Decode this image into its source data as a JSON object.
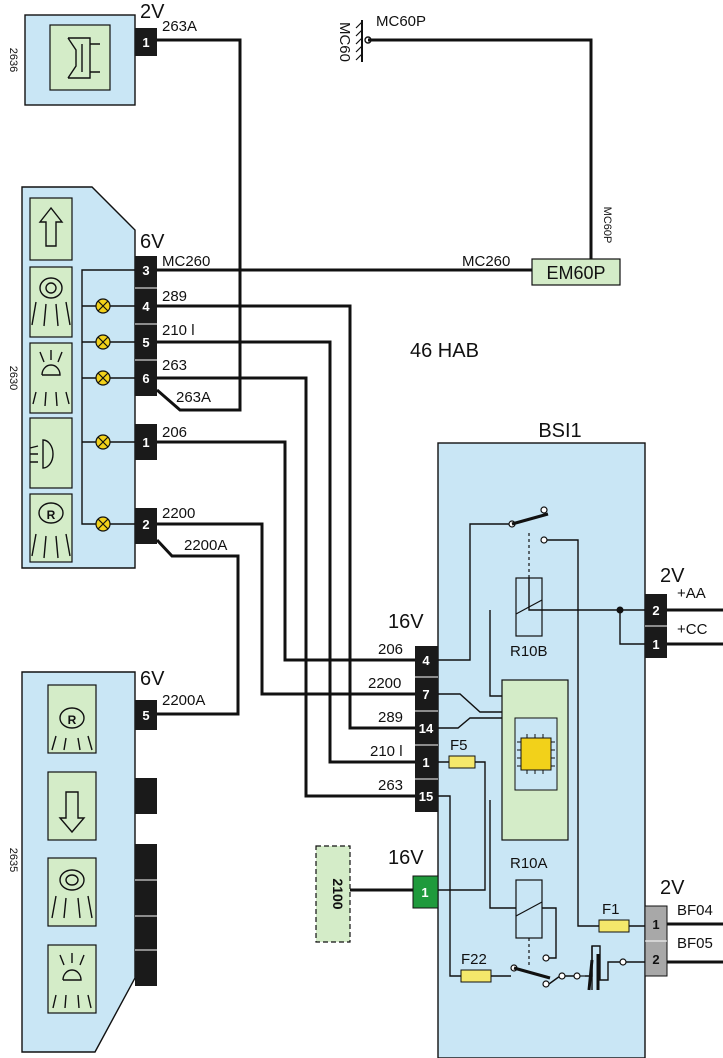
{
  "components": {
    "c2636": {
      "code": "2636",
      "voltage": "2V",
      "pin": "1",
      "wire": "263A"
    },
    "c2630": {
      "code": "2630",
      "voltage": "6V",
      "pins": [
        "3",
        "4",
        "5",
        "6",
        "1",
        "2"
      ],
      "wires": [
        "MC260",
        "289",
        "210 l",
        "263",
        "263A",
        "206",
        "2200",
        "2200A"
      ]
    },
    "c2635": {
      "code": "2635",
      "voltage": "6V",
      "pin": "5",
      "wire": "2200A"
    },
    "ground": {
      "label": "MC60",
      "wire": "MC60P"
    },
    "em60p": {
      "label": "EM60P",
      "wire_left": "MC260",
      "wire_vertical": "MC60P"
    },
    "center_label": "46 HAB",
    "bsi1": {
      "title": "BSI1",
      "left_voltage": "16V",
      "left_pins": [
        "4",
        "7",
        "14",
        "1",
        "15"
      ],
      "left_wires": [
        "206",
        "2200",
        "289",
        "210 l",
        "263"
      ],
      "green_voltage": "16V",
      "green_pin": "1",
      "right_top_voltage": "2V",
      "right_top_pins": [
        "2",
        "1"
      ],
      "right_top_labels": [
        "+AA",
        "+CC"
      ],
      "right_bottom_voltage": "2V",
      "right_bottom_pins": [
        "1",
        "2"
      ],
      "right_bottom_labels": [
        "BF04",
        "BF05"
      ],
      "relays": [
        "R10B",
        "R10A"
      ],
      "fuses": [
        "F5",
        "F1",
        "F22"
      ]
    },
    "c2100": {
      "code": "2100"
    }
  }
}
